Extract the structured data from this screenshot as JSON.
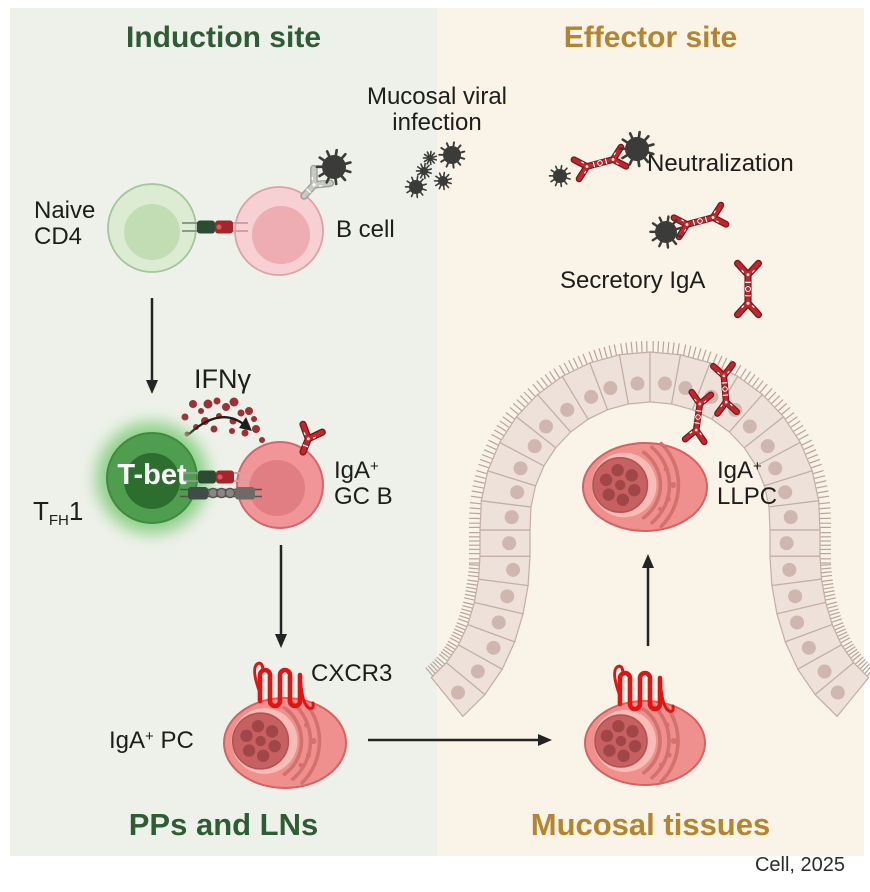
{
  "figure": {
    "credit": "Cell, 2025"
  },
  "panels": {
    "induction": {
      "title": "Induction site",
      "footer": "PPs and LNs"
    },
    "effector": {
      "title": "Effector site",
      "footer": "Mucosal tissues"
    }
  },
  "labels": {
    "infection_line1": "Mucosal viral",
    "infection_line2": "infection",
    "naive_line1": "Naive",
    "naive_line2": "CD4",
    "b_cell": "B cell",
    "neutralization": "Neutralization",
    "secretory_iga": "Secretory IgA",
    "tfh_t": "T",
    "tfh_sub": "FH",
    "tfh_num": "1",
    "t_bet": "T-bet",
    "ifng": "IFNγ",
    "iga": "IgA",
    "plus": "+",
    "gcb_line2": "GC B",
    "cxcr3": "CXCR3",
    "pc_suffix": " PC",
    "llpc_line2": "LLPC"
  },
  "colors": {
    "induction_bg": "#eef1ea",
    "effector_bg": "#faf3e7",
    "induction_title": "#2d5c35",
    "effector_title": "#b2862e",
    "text": "#1d1d1b",
    "iga_red": "#c0262c",
    "iga_red_dark": "#7d1417",
    "cxcr3_red": "#e21313",
    "virus_dark": "#3b3b39",
    "arrow_black": "#242424",
    "ifng_dot": "#9e3136",
    "tfh_green": "#4f9d4e",
    "tfh_nucleus": "#2b6e2d",
    "glow_green": "#8ad184",
    "naive_fill": "#dcecd3",
    "b_cell_fill": "#f7d0d3",
    "gcb_fill": "#f19598",
    "pc_fill": "#f0908e",
    "epithelium_fill": "#ede1da"
  }
}
